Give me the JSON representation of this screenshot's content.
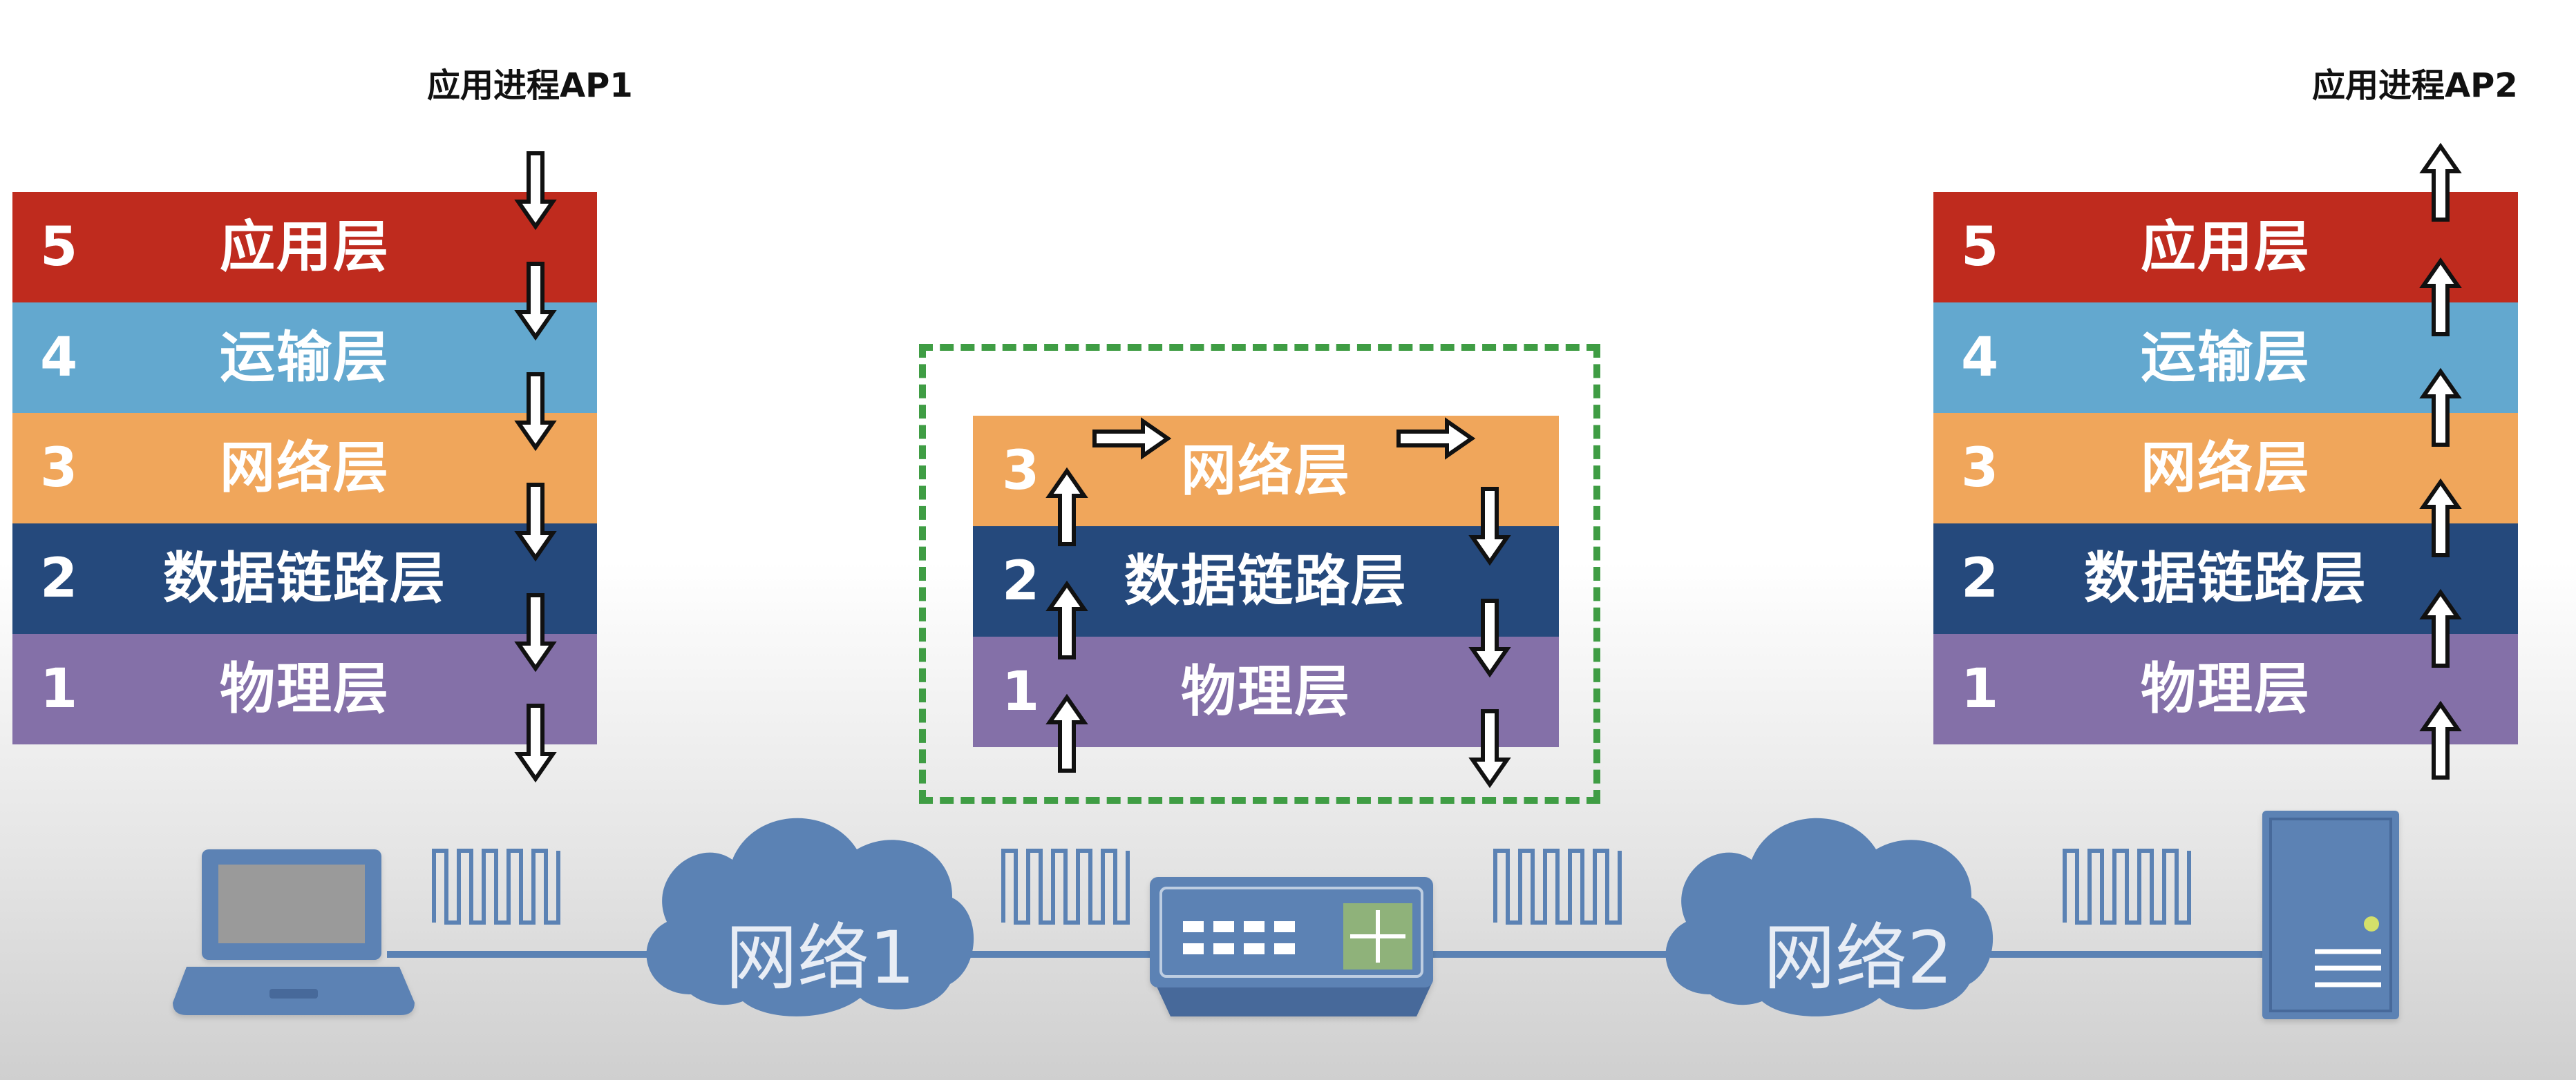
{
  "ap_left": "应用进程AP1",
  "ap_right": "应用进程AP2",
  "host_layers": [
    {
      "num": "5",
      "name": "应用层"
    },
    {
      "num": "4",
      "name": "运输层"
    },
    {
      "num": "3",
      "name": "网络层"
    },
    {
      "num": "2",
      "name": "数据链路层"
    },
    {
      "num": "1",
      "name": "物理层"
    }
  ],
  "router_layers": [
    {
      "num": "3",
      "name": "网络层"
    },
    {
      "num": "2",
      "name": "数据链路层"
    },
    {
      "num": "1",
      "name": "物理层"
    }
  ],
  "network1": "网络1",
  "network2": "网络2",
  "colors": {
    "application": "#bf2b1e",
    "transport": "#63a8cf",
    "network": "#f0a65b",
    "datalink": "#25497c",
    "physical": "#8470a8",
    "router_box_border": "#3f9d44",
    "device_blue": "#5b82b4"
  },
  "icons": [
    "laptop-icon",
    "cloud-icon",
    "router-icon",
    "server-icon",
    "signal-wave-icon",
    "arrow-down-icon",
    "arrow-up-icon",
    "arrow-right-icon"
  ]
}
